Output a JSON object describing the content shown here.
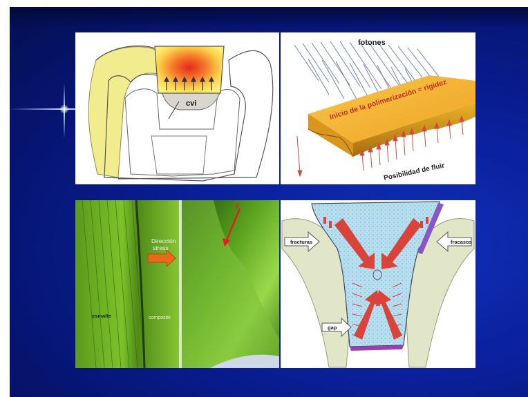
{
  "panels": {
    "tooth": {
      "label_cvi": "cvi"
    },
    "photons": {
      "label_fotones": "fotones",
      "label_inicio": "Inicio de la polimerización = rigidez",
      "label_posibilidad": "Posibilidad de fluir"
    },
    "micro": {
      "label_direccion": "Dirección",
      "label_stress": "stress",
      "label_esmalte": "esmalte",
      "label_composite": "composite",
      "label_f": "F"
    },
    "stress": {
      "label_fracturas": "fracturas",
      "label_fracasos": "fracasos",
      "label_gap": "gap"
    }
  },
  "colors": {
    "background": "#0a1f9a",
    "arrow_red": "#d9443a",
    "composite_blue": "#b8dff0",
    "enamel_yellow": "#f0ee9a"
  }
}
